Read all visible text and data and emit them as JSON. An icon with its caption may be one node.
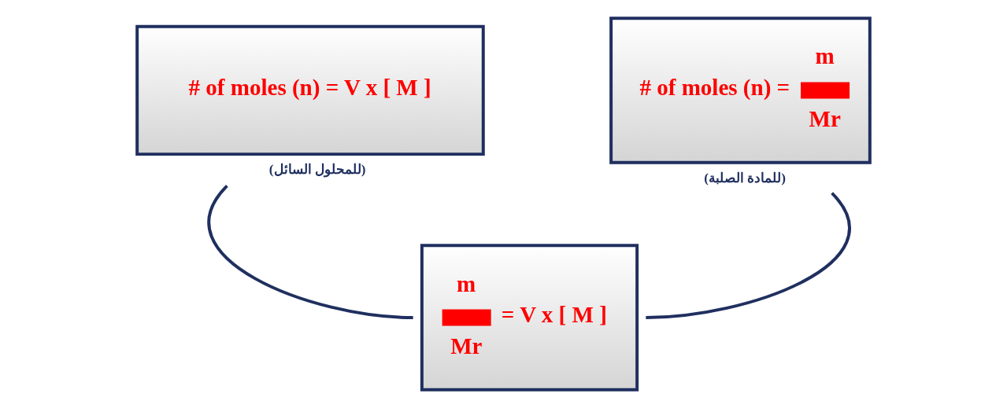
{
  "diagram": {
    "nodes": [
      {
        "text": [
          "# of moles (n) = V x [ M ]"
        ],
        "beside": [
          "(للمحلول السائل)"
        ]
      },
      {
        "text": [
          "# of moles (n) =",
          "m",
          "Mr"
        ],
        "beside": [
          "(للمادة الصلبة)"
        ]
      },
      {
        "text": [
          "m",
          "Mr",
          "= V x [ M ]"
        ]
      }
    ],
    "edges": [
      {
        "from": 0,
        "to": 2,
        "arrow": "none"
      },
      {
        "from": 1,
        "to": 2,
        "arrow": "none"
      }
    ]
  }
}
